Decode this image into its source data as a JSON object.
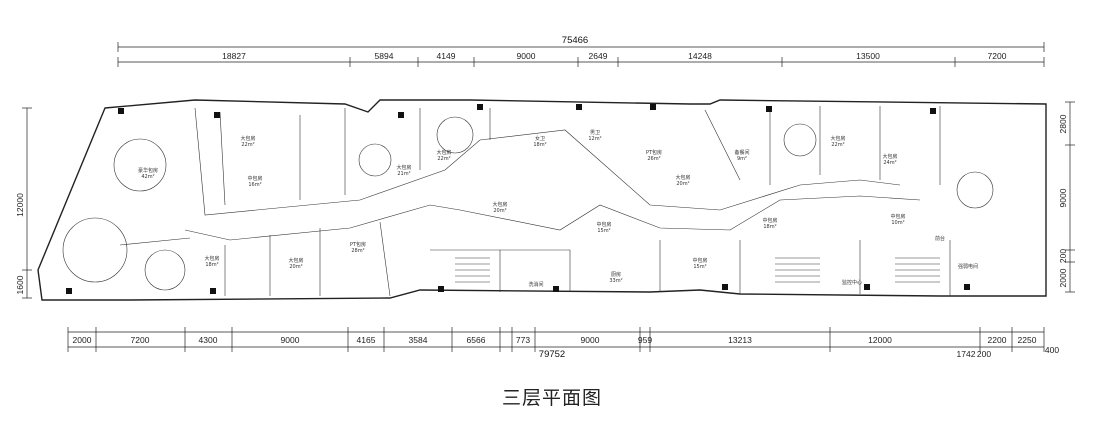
{
  "caption": "三层平面图",
  "dimensions": {
    "top_total": "75466",
    "top_segments": [
      "18827",
      "5894",
      "4149",
      "9000",
      "2649",
      "14248",
      "13500",
      "7200"
    ],
    "bottom_total": "79752",
    "bottom_segments": [
      "2000",
      "7200",
      "4300",
      "9000",
      "4165",
      "3584",
      "6566",
      "773",
      "9000",
      "959",
      "13213",
      "12000",
      "2200",
      "2250"
    ],
    "bottom_extra": [
      "1742",
      "200",
      "400"
    ],
    "left": [
      "12000",
      "1600"
    ],
    "right": [
      "2800",
      "9000",
      "200",
      "2000"
    ]
  },
  "rooms": [
    {
      "name": "豪华包房",
      "area": "42m²"
    },
    {
      "name": "大包房",
      "area": "22m²"
    },
    {
      "name": "中包房",
      "area": "16m²"
    },
    {
      "name": "大包房",
      "area": "18m²"
    },
    {
      "name": "PT包房",
      "area": "28m²"
    },
    {
      "name": "大包房",
      "area": "20m²"
    },
    {
      "name": "大包房",
      "area": "21m²"
    },
    {
      "name": "大包房",
      "area": "22m²"
    },
    {
      "name": "女卫",
      "area": "18m²"
    },
    {
      "name": "男卫",
      "area": "12m²"
    },
    {
      "name": "PT包房",
      "area": "26m²"
    },
    {
      "name": "大包房",
      "area": "20m²"
    },
    {
      "name": "中包房",
      "area": "15m²"
    },
    {
      "name": "厨房",
      "area": "33m²"
    },
    {
      "name": "洗消间",
      "area": ""
    },
    {
      "name": "大包房",
      "area": "20m²"
    },
    {
      "name": "备餐间",
      "area": "9m²"
    },
    {
      "name": "大包房",
      "area": "22m²"
    },
    {
      "name": "中包房",
      "area": "18m²"
    },
    {
      "name": "大包房",
      "area": "24m²"
    },
    {
      "name": "中包房",
      "area": "15m²"
    },
    {
      "name": "监控中心",
      "area": ""
    },
    {
      "name": "中包房",
      "area": "10m²"
    },
    {
      "name": "前台",
      "area": ""
    },
    {
      "name": "强弱电间",
      "area": ""
    }
  ]
}
